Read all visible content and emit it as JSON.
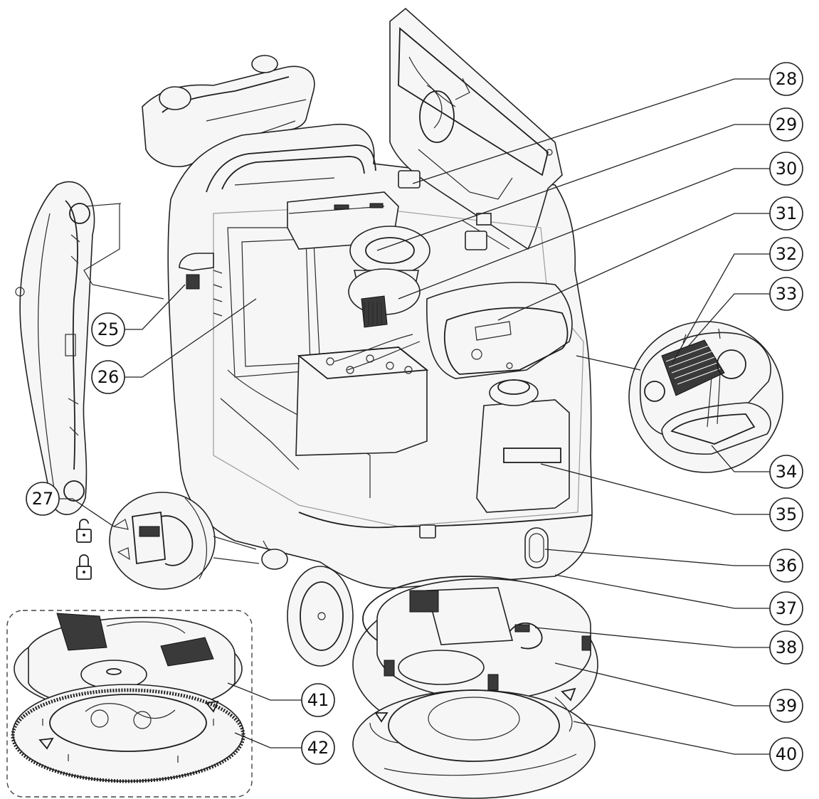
{
  "callouts": [
    {
      "number": "25"
    },
    {
      "number": "26"
    },
    {
      "number": "27"
    },
    {
      "number": "28"
    },
    {
      "number": "29"
    },
    {
      "number": "30"
    },
    {
      "number": "31"
    },
    {
      "number": "32"
    },
    {
      "number": "33"
    },
    {
      "number": "34"
    },
    {
      "number": "35"
    },
    {
      "number": "36"
    },
    {
      "number": "37"
    },
    {
      "number": "38"
    },
    {
      "number": "39"
    },
    {
      "number": "40"
    },
    {
      "number": "41"
    },
    {
      "number": "42"
    }
  ],
  "icons": {
    "unlocked": "padlock-open-icon",
    "locked": "padlock-closed-icon"
  }
}
